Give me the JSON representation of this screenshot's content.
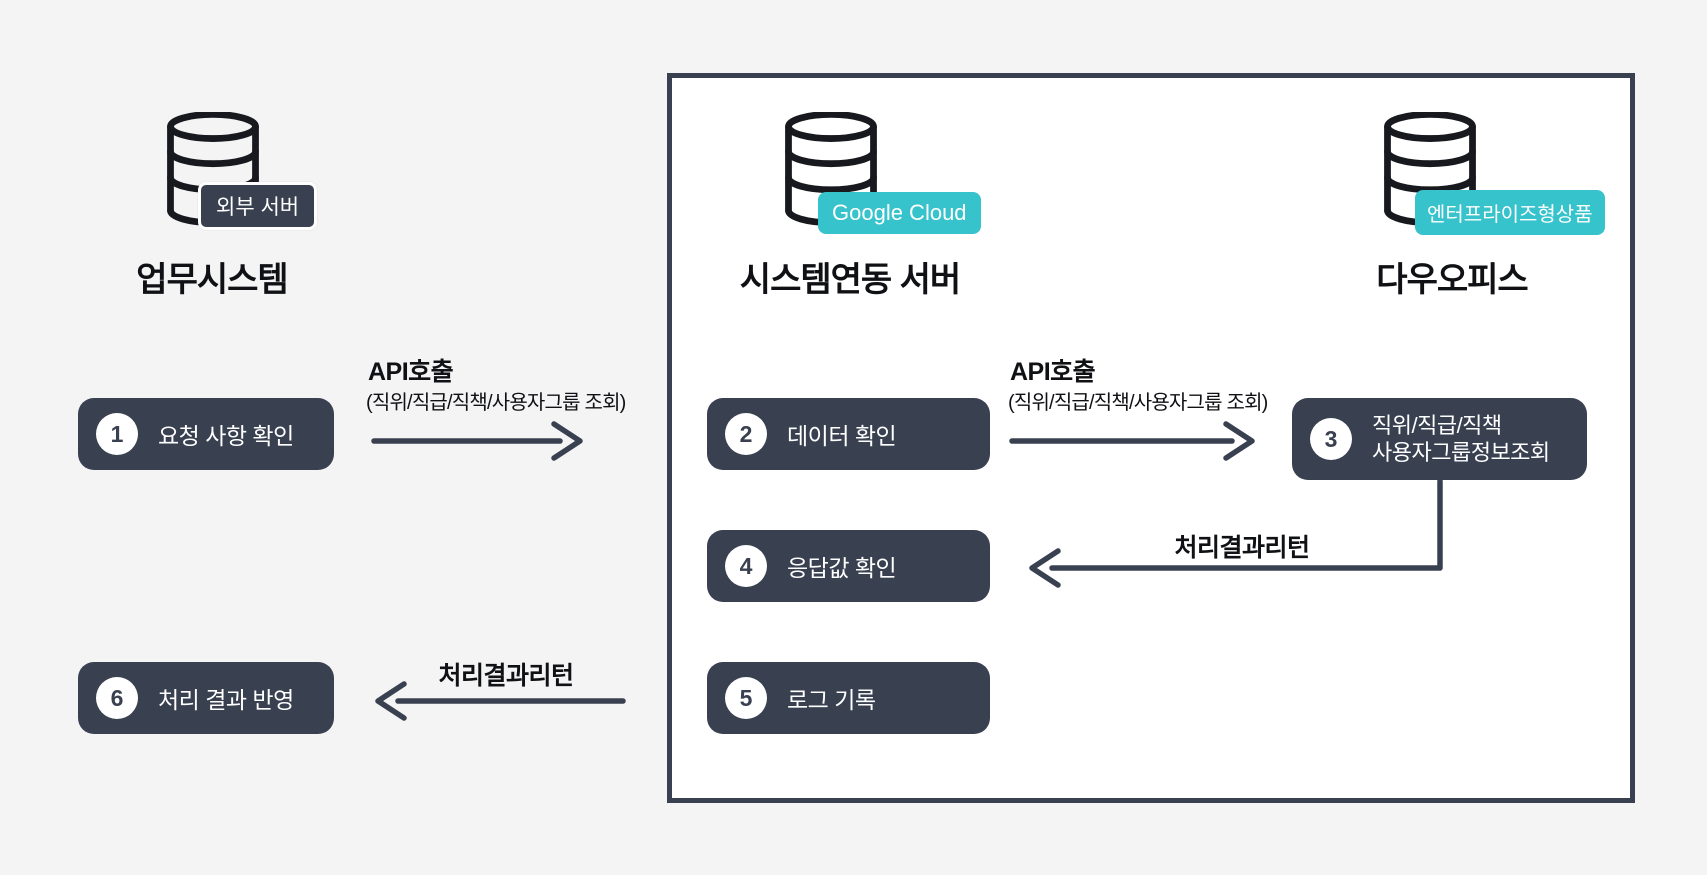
{
  "colors": {
    "background": "#f4f4f5",
    "dark_slate": "#394050",
    "teal": "#36c3cb",
    "white": "#ffffff",
    "icon_stroke": "#17191e"
  },
  "columns": {
    "external": {
      "badge": "외부 서버",
      "title": "업무시스템"
    },
    "integration": {
      "badge": "Google Cloud",
      "title": "시스템연동 서버"
    },
    "dawoffice": {
      "badge": "엔터프라이즈형상품",
      "title": "다우오피스"
    }
  },
  "steps": [
    {
      "num": "1",
      "label": "요청 사항 확인"
    },
    {
      "num": "2",
      "label": "데이터 확인"
    },
    {
      "num": "3",
      "line1": "직위/직급/직책",
      "line2": "사용자그룹정보조회"
    },
    {
      "num": "4",
      "label": "응답값 확인"
    },
    {
      "num": "5",
      "label": "로그 기록"
    },
    {
      "num": "6",
      "label": "처리 결과 반영"
    }
  ],
  "arrows": {
    "api_call_1": {
      "label": "API호출",
      "sublabel": "(직위/직급/직책/사용자그룹 조회)"
    },
    "api_call_2": {
      "label": "API호출",
      "sublabel": "(직위/직급/직책/사용자그룹 조회)"
    },
    "result_return_1": {
      "label": "처리결과리턴"
    },
    "result_return_2": {
      "label": "처리결과리턴"
    }
  }
}
